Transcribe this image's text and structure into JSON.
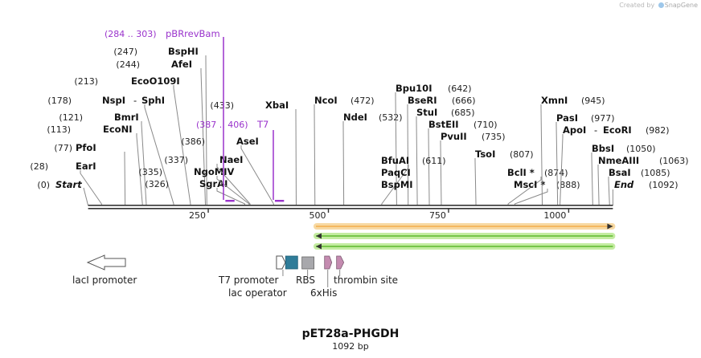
{
  "credit": {
    "prefix": "Created by",
    "brand": "SnapGene"
  },
  "plasmid": {
    "name": "pET28a-PHGDH",
    "length_label": "1092 bp",
    "length": 1092
  },
  "colors": {
    "primer": "#9a33cc",
    "orange_feature": "#f3ad4b",
    "orange_glow": "#f7d9a3",
    "green_feature": "#5cb82c",
    "green_glow": "#c3eca0",
    "lac_operator": "#2f7c99",
    "rbs": "#a8a8ac",
    "his_tag": "#c48bb0",
    "backbone": "#333333"
  },
  "axis_ticks": [
    {
      "pos": 250,
      "label": "250"
    },
    {
      "pos": 500,
      "label": "500"
    },
    {
      "pos": 750,
      "label": "750"
    },
    {
      "pos": 1000,
      "label": "1000"
    }
  ],
  "enzymes": [
    {
      "name": "EarI",
      "pos_label": "(28)",
      "pos": 28
    },
    {
      "name": "PfoI",
      "pos_label": "(77)",
      "pos": 77
    },
    {
      "name": "EcoNI",
      "pos_label": "(113)",
      "pos": 113
    },
    {
      "name": "BmrI",
      "pos_label": "(121)",
      "pos": 121
    },
    {
      "name": "NspI",
      "pos_label": "(178)",
      "pos": 178,
      "paired_with": "SphI"
    },
    {
      "name": "EcoO109I",
      "pos_label": "(213)",
      "pos": 213
    },
    {
      "name": "AfeI",
      "pos_label": "(244)",
      "pos": 244
    },
    {
      "name": "BspHI",
      "pos_label": "(247)",
      "pos": 247
    },
    {
      "name": "SgrAI",
      "pos_label": "(326)",
      "pos": 326
    },
    {
      "name": "NgoMIV",
      "pos_label": "(335)",
      "pos": 335
    },
    {
      "name": "NaeI",
      "pos_label": "(337)",
      "pos": 337
    },
    {
      "name": "AseI",
      "pos_label": "(386)",
      "pos": 386
    },
    {
      "name": "XbaI",
      "pos_label": "(433)",
      "pos": 433
    },
    {
      "name": "NcoI",
      "pos_label": "(472)",
      "pos": 472
    },
    {
      "name": "NdeI",
      "pos_label": "(532)",
      "pos": 532
    },
    {
      "name": "Bpu10I",
      "pos_label": "(642)",
      "pos": 642
    },
    {
      "name": "BseRI",
      "pos_label": "(666)",
      "pos": 666
    },
    {
      "name": "StuI",
      "pos_label": "(685)",
      "pos": 685
    },
    {
      "name": "BstEII",
      "pos_label": "(710)",
      "pos": 710
    },
    {
      "name": "PvuII",
      "pos_label": "(735)",
      "pos": 735
    },
    {
      "name": "BfuAI",
      "pos_label": "(611)",
      "pos": 611,
      "group": [
        "BfuAI",
        "PaqCI",
        "BspMI"
      ]
    },
    {
      "name": "TsoI",
      "pos_label": "(807)",
      "pos": 807
    },
    {
      "name": "BclI *",
      "pos_label": "(874)",
      "pos": 874
    },
    {
      "name": "MscI *",
      "pos_label": "(888)",
      "pos": 888
    },
    {
      "name": "XmnI",
      "pos_label": "(945)",
      "pos": 945
    },
    {
      "name": "PasI",
      "pos_label": "(977)",
      "pos": 977
    },
    {
      "name": "ApoI",
      "pos_label": "(982)",
      "pos": 982,
      "paired_with": "EcoRI"
    },
    {
      "name": "BbsI",
      "pos_label": "(1050)",
      "pos": 1050
    },
    {
      "name": "NmeAIII",
      "pos_label": "(1063)",
      "pos": 1063
    },
    {
      "name": "BsaI",
      "pos_label": "(1085)",
      "pos": 1085
    }
  ],
  "pair_labels": {
    "sphi": "SphI",
    "ecori": "EcoRI",
    "dash": "-"
  },
  "group_labels": {
    "paqci": "PaqCI",
    "bspmi": "BspMI"
  },
  "ends": {
    "start": {
      "label": "Start",
      "pos_label": "(0)",
      "pos": 0
    },
    "end": {
      "label": "End",
      "pos_label": "(1092)",
      "pos": 1092
    }
  },
  "primers": [
    {
      "name": "pBRrevBam",
      "range_label": "(284 .. 303)",
      "start": 284,
      "end": 303
    },
    {
      "name": "T7",
      "range_label": "(387 .. 406)",
      "start": 387,
      "end": 406
    }
  ],
  "features": [
    {
      "label": "lacI promoter",
      "start": 0,
      "end": 80,
      "direction": "reverse"
    },
    {
      "label": "T7 promoter",
      "start": 392,
      "end": 410
    },
    {
      "label": "lac operator",
      "start": 411,
      "end": 435
    },
    {
      "label": "RBS",
      "start": 445,
      "end": 470
    },
    {
      "label": "6xHis",
      "start": 492,
      "end": 512
    },
    {
      "label": "thrombin site",
      "start": 517,
      "end": 535
    }
  ],
  "long_features": [
    {
      "start": 474,
      "end": 1092,
      "direction": "forward",
      "color": "orange"
    },
    {
      "start": 474,
      "end": 1092,
      "direction": "reverse",
      "color": "green"
    },
    {
      "start": 474,
      "end": 1092,
      "direction": "reverse",
      "color": "green"
    }
  ]
}
